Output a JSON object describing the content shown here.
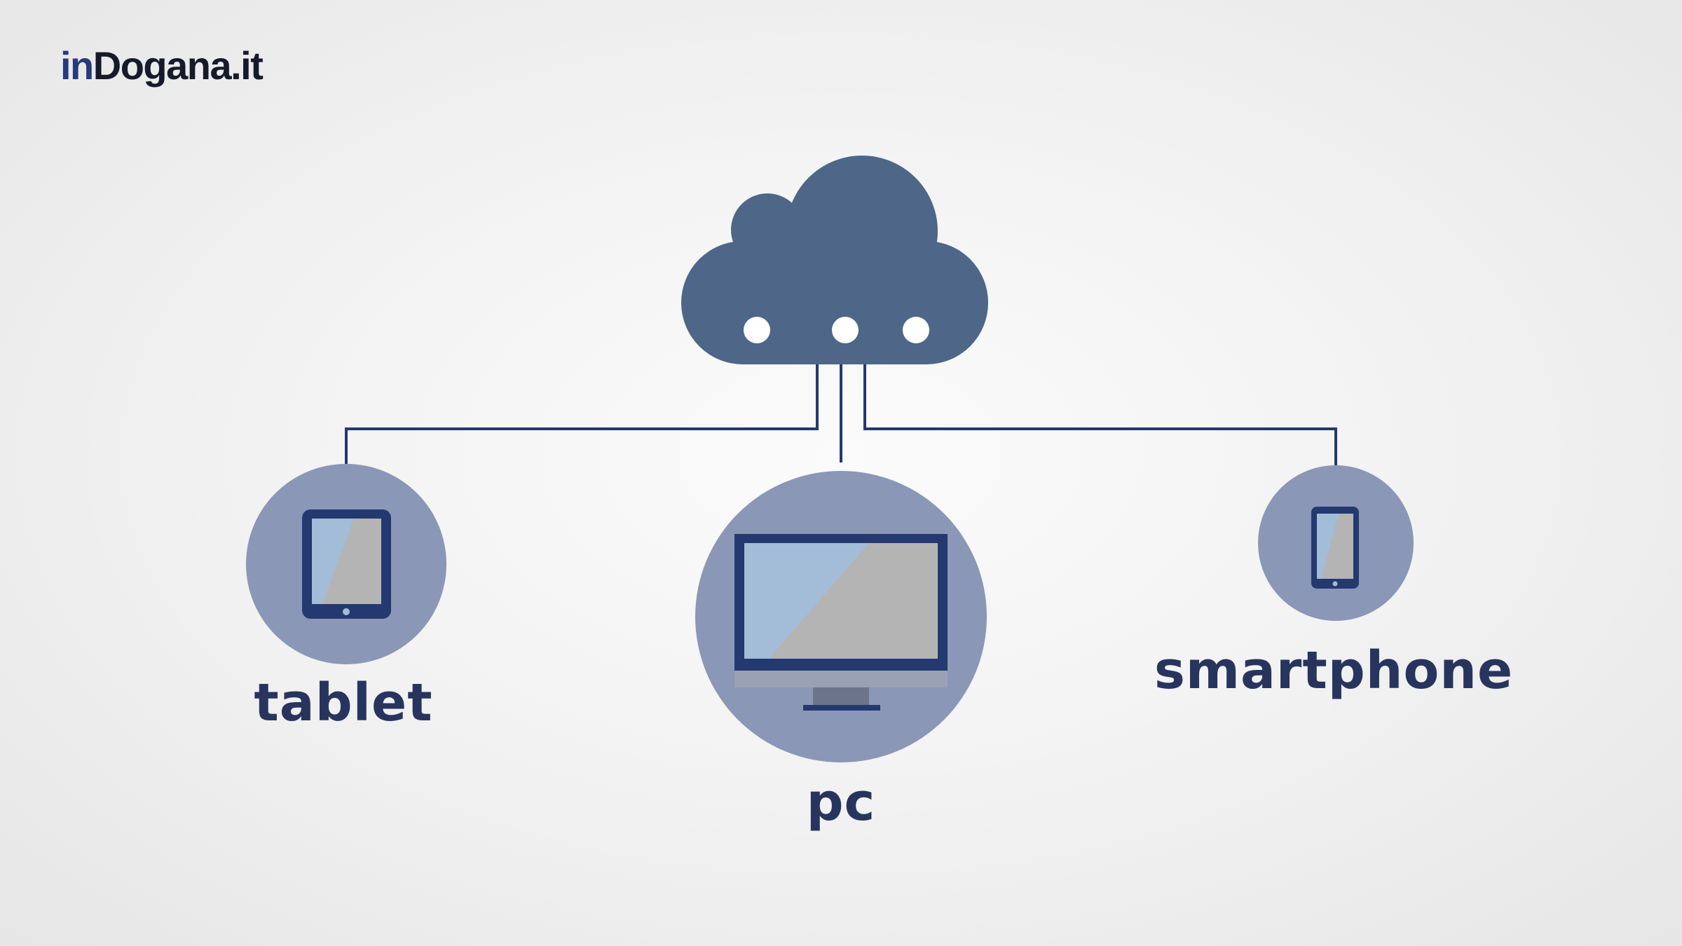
{
  "brand": {
    "logo_part_a": "in",
    "logo_part_b": "Dogana.it"
  },
  "diagram": {
    "hub": {
      "icon": "cloud-icon"
    },
    "devices": [
      {
        "id": "tablet",
        "label": "tablet",
        "icon": "tablet-icon"
      },
      {
        "id": "pc",
        "label": "pc",
        "icon": "monitor-icon"
      },
      {
        "id": "smartphone",
        "label": "smartphone",
        "icon": "smartphone-icon"
      }
    ]
  },
  "colors": {
    "cloud": "#4e6688",
    "circle": "#8a97b6",
    "navy": "#243970",
    "screen_gray": "#b4b4b4",
    "screen_blue": "#a3bcd8",
    "label": "#27355e",
    "background": "#f1f1f1"
  }
}
